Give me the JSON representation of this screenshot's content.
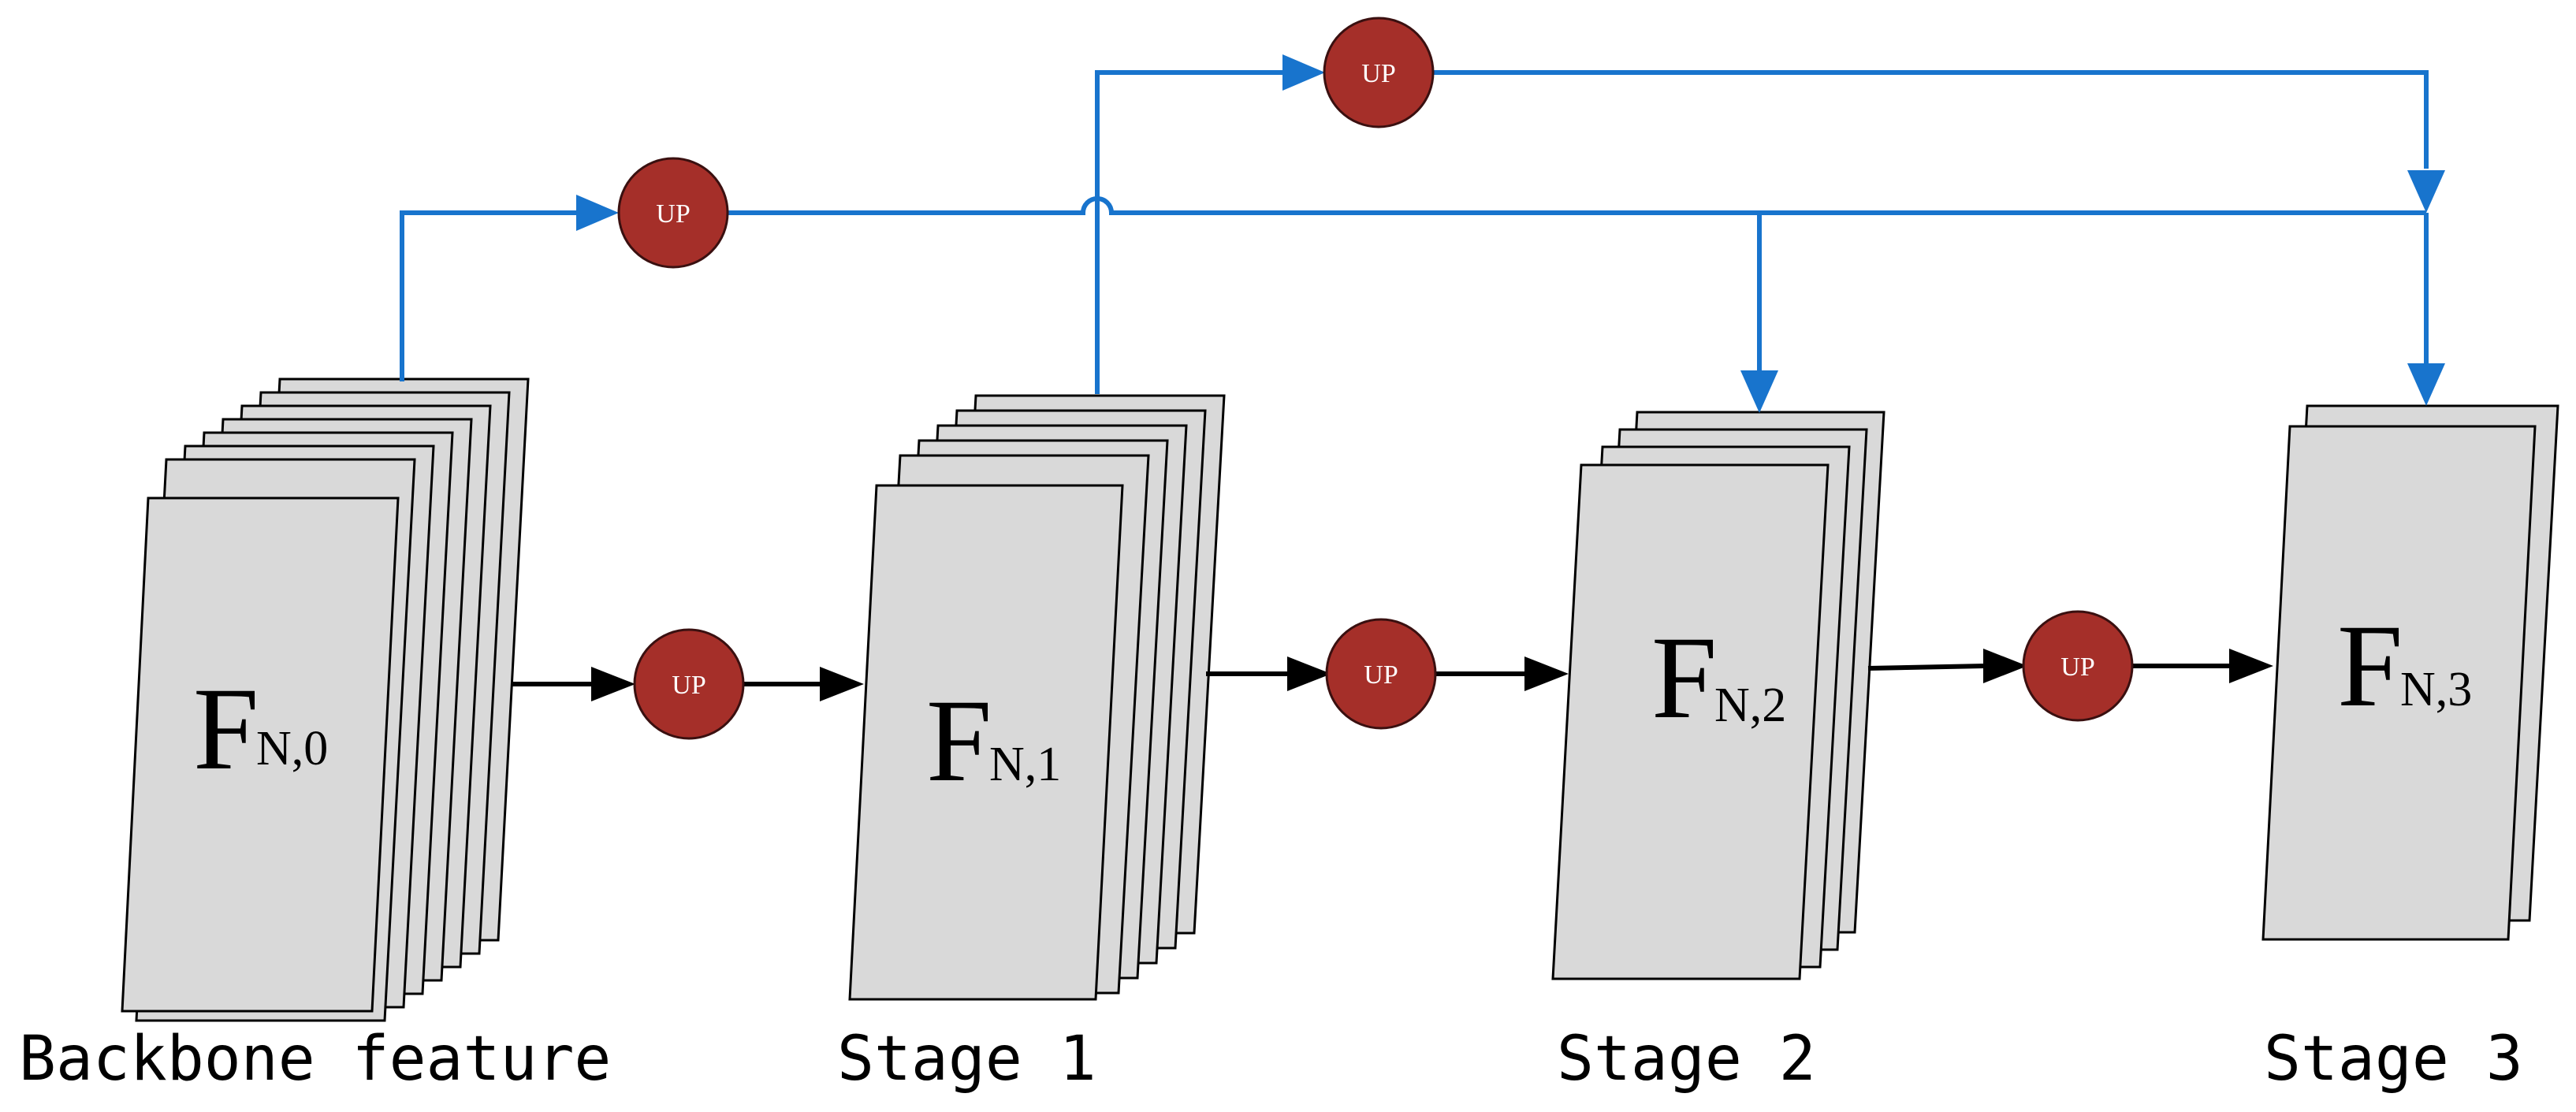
{
  "colors": {
    "skip_connection": "#1874cd",
    "main_flow": "#000000",
    "up_node": "#a52f29",
    "feature_sheet": "#d9d9d9"
  },
  "up_label": "UP",
  "stages": [
    {
      "symbol": "F",
      "subscript": "N,0",
      "caption": "Backbone feature",
      "sheet_count": 8
    },
    {
      "symbol": "F",
      "subscript": "N,1",
      "caption": "Stage 1",
      "sheet_count": 6
    },
    {
      "symbol": "F",
      "subscript": "N,2",
      "caption": "Stage 2",
      "sheet_count": 4
    },
    {
      "symbol": "F",
      "subscript": "N,3",
      "caption": "Stage 3",
      "sheet_count": 2
    }
  ]
}
